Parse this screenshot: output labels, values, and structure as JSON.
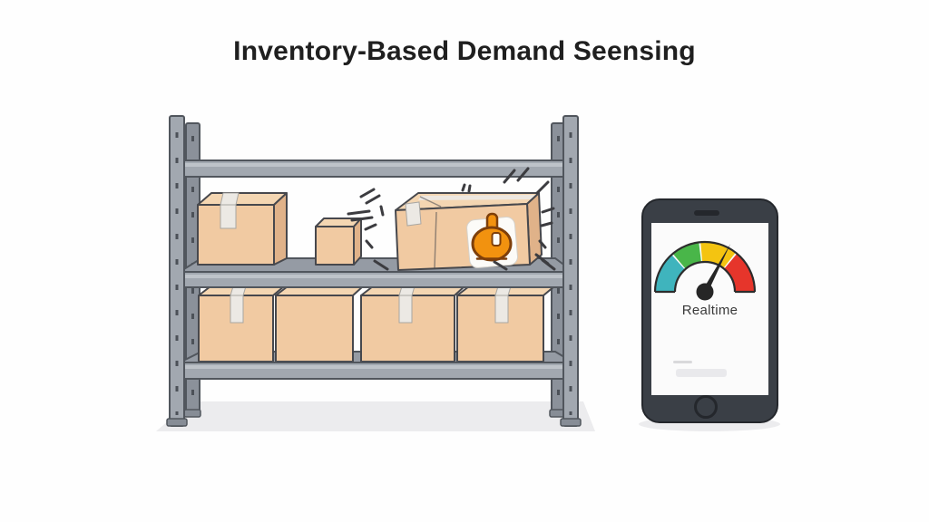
{
  "title": "Inventory-Based Demand Seensing",
  "scene": {
    "description": "Metal warehouse shelving rack with cardboard boxes; one large box on the top shelf is highlighted with an orange demand-sensor tag and emphasis burst lines; at right a smartphone displays a realtime demand gauge",
    "top_shelf_box_count": 3,
    "bottom_shelf_box_count": 4
  },
  "phone": {
    "screen_label": "Realtime",
    "gauge": {
      "type": "gauge",
      "segments": [
        {
          "name": "low",
          "color": "#3fb4bd"
        },
        {
          "name": "medium-low",
          "color": "#49b649"
        },
        {
          "name": "medium-high",
          "color": "#f4c411"
        },
        {
          "name": "high",
          "color": "#e6352b"
        }
      ],
      "needle_color": "#262626",
      "needle_points_to": "between medium-high and high"
    }
  },
  "palette": {
    "background": "#fefefe",
    "title_color": "#1f1f1f",
    "box_front": "#f1caa2",
    "box_top": "#f4d6b2",
    "box_side": "#e0b289",
    "box_outline": "#47484d",
    "tape": "#ece9e4",
    "shelf_metal": "#a2a8b0",
    "shelf_metal_dark": "#8b919a",
    "shelf_deck": "#959ba4",
    "shelf_highlight": "#c3c8ce",
    "shelf_outline": "#51565d",
    "shadow": "#ececee",
    "burst": "#3c3c40",
    "sensor_orange": "#f2920f",
    "sensor_outline": "#7e3f0a",
    "sensor_badge": "#fcfbf8",
    "phone_body": "#3a3f46",
    "phone_outline": "#24272c",
    "phone_screen": "#fbfbfb",
    "phone_text": "#3a3a3a",
    "placeholder_bar": "#e9e9ec"
  }
}
